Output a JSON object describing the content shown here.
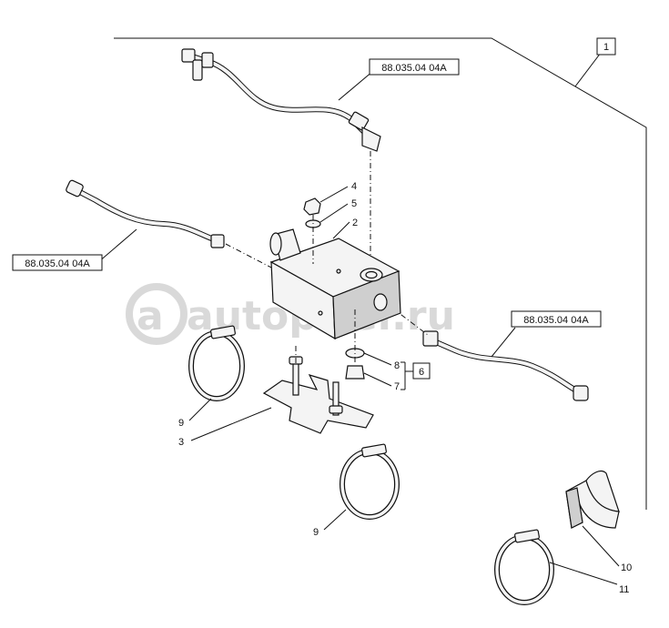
{
  "watermark": "autopiter.ru",
  "references": {
    "top": "88.035.04 04A",
    "left": "88.035.04 04A",
    "right": "88.035.04 04A"
  },
  "group_labels": {
    "assembly": "1",
    "seal_kit": "6"
  },
  "callouts": {
    "c2": "2",
    "c3": "3",
    "c4": "4",
    "c5": "5",
    "c7": "7",
    "c8": "8",
    "c9a": "9",
    "c9b": "9",
    "c10": "10",
    "c11": "11"
  }
}
